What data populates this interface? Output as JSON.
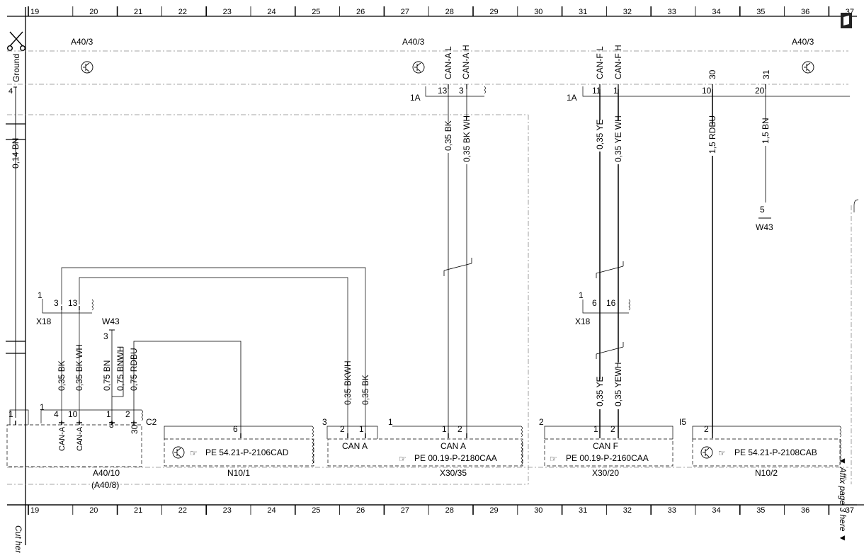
{
  "ruler": [
    "19",
    "20",
    "21",
    "22",
    "23",
    "24",
    "25",
    "26",
    "27",
    "28",
    "29",
    "30",
    "31",
    "32",
    "33",
    "34",
    "35",
    "36",
    "37"
  ],
  "top": {
    "ground": "Ground",
    "ground_pin": "4",
    "ground_wire": "0,14 BN",
    "a40_label": "A40/3",
    "can_a_l": "CAN-A L",
    "can_a_h": "CAN-A H",
    "can_f_l": "CAN-F L",
    "can_f_h": "CAN-F H",
    "pin_30": "30",
    "pin_31": "31",
    "conn_1a": "1A",
    "p13": "13",
    "p3": "3",
    "p11": "11",
    "p1": "1",
    "p10": "10",
    "p20": "20"
  },
  "wires": {
    "bk": "0,35 BK",
    "bkwh": "0,35 BK WH",
    "ye": "0,35 YE",
    "yewh": "0,35 YE WH",
    "rdbu15": "1,5 RDBU",
    "bn15": "1,5 BN",
    "bn075": "0,75 BN",
    "bnwh075": "0,75 BNWH",
    "rdbu075": "0,75 RDBU",
    "bkwh_b": "0,35 BKWH",
    "yewh_b": "0,35 YEWH"
  },
  "connectors": {
    "x18": "X18",
    "w43": "W43",
    "w43_pin3": "3",
    "w43_pin5": "5",
    "c2": "C2",
    "i5": "I5",
    "n1": "1",
    "n2": "2",
    "n3": "3",
    "n4": "4",
    "n6": "6",
    "n10": "10",
    "n13": "13",
    "n16": "16",
    "n30": "30"
  },
  "components": {
    "a40_10": "A40/10",
    "a40_8": "(A40/8)",
    "can_a_pin": "CAN-A",
    "can_a": "CAN A",
    "can_f": "CAN F",
    "n10_1": "N10/1",
    "x30_35": "X30/35",
    "x30_20": "X30/20",
    "n10_2": "N10/2",
    "pe_2106": "PE 54.21-P-2106CAD",
    "pe_2180": "PE 00.19-P-2180CAA",
    "pe_2160": "PE 00.19-P-2160CAA",
    "pe_2108": "PE 54.21-P-2108CAB"
  },
  "margin": {
    "cut_here": "Cut here",
    "affix": "▼ Affix page 3 here ▼"
  }
}
